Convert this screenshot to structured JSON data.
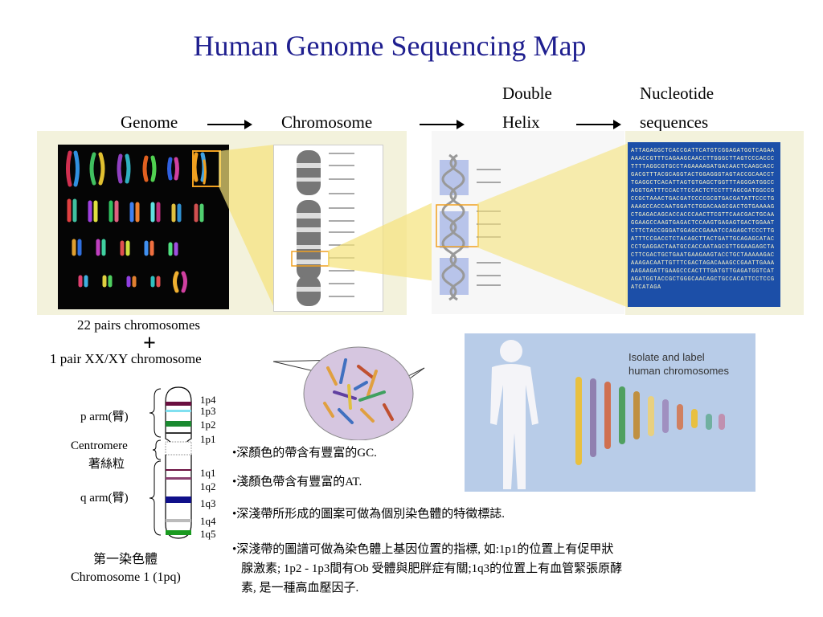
{
  "title": "Human Genome Sequencing Map",
  "flow": {
    "genome": "Genome",
    "chromosome": "Chromosome",
    "double_helix_1": "Double",
    "double_helix_2": "Helix",
    "nucleotide_1": "Nucleotide",
    "nucleotide_2": "sequences"
  },
  "sequence_text": "ATTAGAGGCTCACCGATTCATGTCGGAGATGGTCAGAAAAACCGTTTCAGAAGCAACCTTGGGCTTAGTCCCACCCTTTTAGGCGTGCCTAGAAAAGATGACAACTCAAGCACCGACGTTTACGCAGGTACTGGAGGGTAGTACCGCAACCTTGAGGCTCACATTAGTGTGAGCTGGTTTAGGGATGGCCAGGTGATTTCCACTTCCACTCTCCTTTAGCGATGGCCGCCGCTAAACTGACGATCCCCGCGTGACGATATTCCCTGAAAGCCACCAATGGATCTGGACAAGCGACTGTGAAAAGCTGAGACAGCACCACCCAACTTCGTTCAACGACTGCAAGGAAGCCAAGTGAGACTCCAAGTGAGAGTGACTGGAATCTTCTACCGGGATGGAGCCGAAATCCAGAGCTCCCTTGATTTCCGACCTCTACAGCTTACTGATTGCAGAGCATACCCTGAGGACTAATGCCACCAATAGCGTTGGAAGAGCTACTTCGACTGCTGAATGAAGAAGTACCTGCTAAAAAGACAAAGACAATTGTTTCGACTAGACAAAGCCGAATTGAAAAAGAAGATTGAAGCCCACTTTGATGTTGAGATGGTCATAGATGGTACCGCTGGGCAACAGCTGCCACATTCCTCCGATCATAGA",
  "karyotype_captions": {
    "line1": "22 pairs chromosomes",
    "plus": "+",
    "line2": "1 pair XX/XY chromosome"
  },
  "chrom1": {
    "p_arm": "p arm",
    "p_arm_zh": "(臂)",
    "centromere": "Centromere",
    "centromere_zh": "著絲粒",
    "q_arm": "q arm",
    "q_arm_zh": "(臂)",
    "bands": [
      "1p4",
      "1p3",
      "1p2",
      "1p1",
      "1q1",
      "1q2",
      "1q3",
      "1q4",
      "1q5"
    ],
    "caption_zh": "第一染色體",
    "caption_en": "Chromosome 1 (1pq)"
  },
  "body_panel": {
    "line1": "Isolate and label",
    "line2": "human chromosomes"
  },
  "notes": [
    "•深顏色的帶含有豐富的GC.",
    "•淺顏色帶含有豐富的AT.",
    "•深淺帶所形成的圖案可做為個別染色體的特徵標誌.",
    "•深淺帶的圖譜可做為染色體上基因位置的指標, 如:1p1的位置上有促甲狀",
    "腺激素; 1p2 - 1p3間有Ob 受體與肥胖症有關;1q3的位置上有血管緊張原酵",
    "素, 是一種高血壓因子."
  ],
  "colors": {
    "title": "#1f1f8f",
    "sequence_bg": "#1c4fa8",
    "body_panel_bg": "#b8cce8",
    "highlight": "#f0a020"
  }
}
